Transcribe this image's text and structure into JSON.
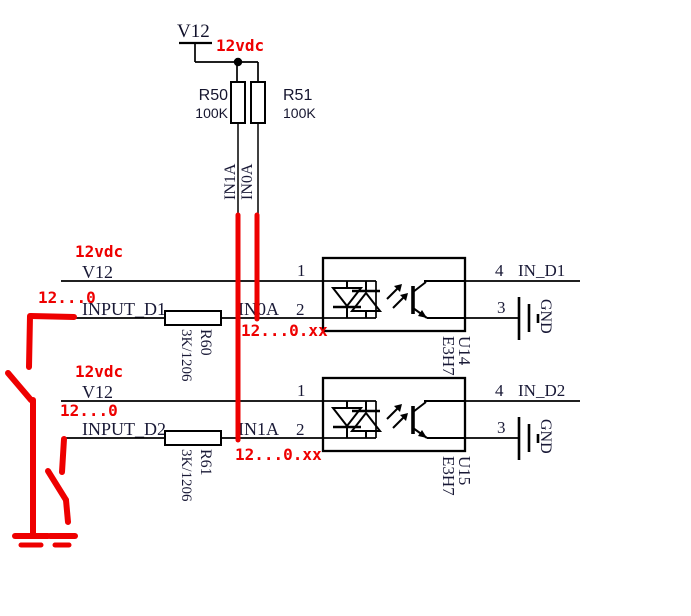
{
  "colors": {
    "annotation_red": "#ee0000",
    "schematic_ink": "#191936",
    "line_black": "#000000",
    "background": "#ffffff"
  },
  "top_rail": {
    "power_label": "V12",
    "annotation": "12vdc",
    "pullups": [
      {
        "ref": "R50",
        "value": "100K",
        "net": "IN1A"
      },
      {
        "ref": "R51",
        "value": "100K",
        "net": "IN0A"
      }
    ]
  },
  "channels": [
    {
      "power_label": "V12",
      "power_annotation": "12vdc",
      "input_annotation": "12...0",
      "input_label": "INPUT_D1",
      "resistor_ref": "R60",
      "resistor_value": "3K/1206",
      "input_net": "IN0A",
      "net_annotation": "12...0.xx",
      "pins": {
        "p1": "1",
        "p2": "2",
        "p3": "3",
        "p4": "4"
      },
      "output_label": "IN_D1",
      "ground_label": "GND",
      "opto_ref": "U14",
      "opto_part": "E3H7"
    },
    {
      "power_label": "V12",
      "power_annotation": "12vdc",
      "input_annotation": "12...0",
      "input_label": "INPUT_D2",
      "resistor_ref": "R61",
      "resistor_value": "3K/1206",
      "input_net": "IN1A",
      "net_annotation": "12...0.xx",
      "pins": {
        "p1": "1",
        "p2": "2",
        "p3": "3",
        "p4": "4"
      },
      "output_label": "IN_D2",
      "ground_label": "GND",
      "opto_ref": "U15",
      "opto_part": "E3H7"
    }
  ]
}
